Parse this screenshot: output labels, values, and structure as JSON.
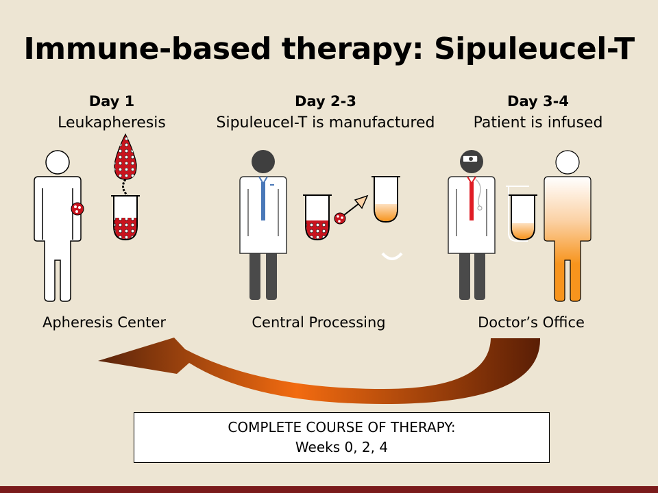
{
  "title": "Immune-based therapy: Sipuleucel-T",
  "steps": [
    {
      "day": "Day 1",
      "desc": "Leukapheresis",
      "location": "Apheresis Center"
    },
    {
      "day": "Day 2-3",
      "desc": "Sipuleucel-T is manufactured",
      "location": "Central Processing"
    },
    {
      "day": "Day 3-4",
      "desc": "Patient is infused",
      "location": "Doctor’s Office"
    }
  ],
  "course": {
    "line1": "COMPLETE COURSE OF THERAPY:",
    "line2": "Weeks 0, 2, 4"
  },
  "colors": {
    "background": "#ede5d3",
    "blood_red": "#c8141e",
    "infusion_orange": "#f7941d",
    "arrow_dark": "#6b2a0a",
    "footer": "#7a1b1b"
  },
  "icons": [
    "patient-figure",
    "doctor-figure",
    "blood-drop",
    "test-tube",
    "antigen-arrow",
    "curved-return-arrow"
  ]
}
